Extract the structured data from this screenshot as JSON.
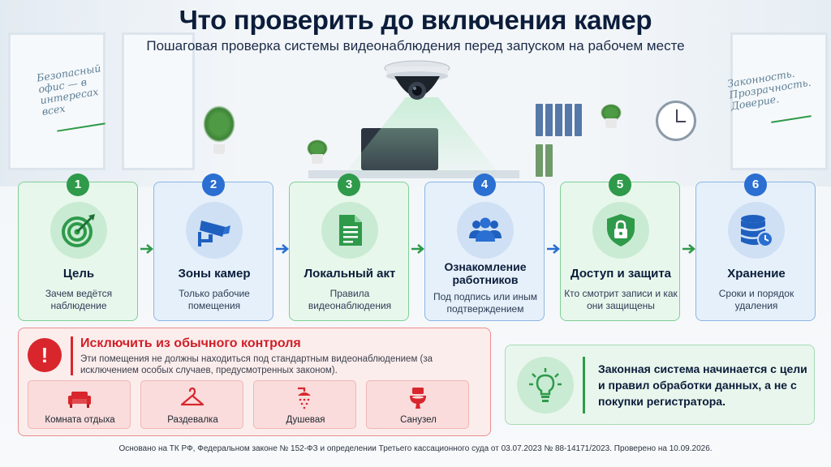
{
  "title": "Что проверить до включения камер",
  "subtitle": "Пошаговая проверка системы видеонаблюдения перед запуском на рабочем месте",
  "notes": {
    "left": "Безопасный офис — в интересах всех",
    "right": "Законность. Прозрачность. Доверие."
  },
  "steps": [
    {
      "number": "1",
      "title": "Цель",
      "description": "Зачем ведётся наблюдение",
      "icon": "target-icon"
    },
    {
      "number": "2",
      "title": "Зоны камер",
      "description": "Только рабочие помещения",
      "icon": "cctv-camera-icon"
    },
    {
      "number": "3",
      "title": "Локальный акт",
      "description": "Правила видеонаблюдения",
      "icon": "document-icon"
    },
    {
      "number": "4",
      "title": "Ознакомление работников",
      "description": "Под подпись или иным подтверждением",
      "icon": "people-icon"
    },
    {
      "number": "5",
      "title": "Доступ и защита",
      "description": "Кто смотрит записи и как они защищены",
      "icon": "shield-lock-icon"
    },
    {
      "number": "6",
      "title": "Хранение",
      "description": "Сроки и порядок удаления",
      "icon": "database-clock-icon"
    }
  ],
  "exclusion": {
    "badge": "!",
    "title": "Исключить из обычного контроля",
    "description": "Эти помещения не должны находиться под стандартным видеонаблюдением (за исключением особых случаев, предусмотренных законом).",
    "rooms": [
      {
        "label": "Комната отдыха",
        "icon": "sofa-icon"
      },
      {
        "label": "Раздевалка",
        "icon": "hanger-icon"
      },
      {
        "label": "Душевая",
        "icon": "shower-icon"
      },
      {
        "label": "Санузел",
        "icon": "toilet-icon"
      }
    ]
  },
  "legal": {
    "text": "Законная система начинается с цели и правил обработки данных, а не с покупки регистратора.",
    "icon": "lightbulb-icon"
  },
  "footer": "Основано на ТК РФ, Федеральном законе № 152-ФЗ и определении Третьего кассационного суда от 03.07.2023 № 88-14171/2023. Проверено на 10.09.2026.",
  "colors": {
    "green": "#2e9a4a",
    "blue": "#2a6fd1",
    "red": "#d8262c",
    "navy": "#0b1d3a"
  }
}
